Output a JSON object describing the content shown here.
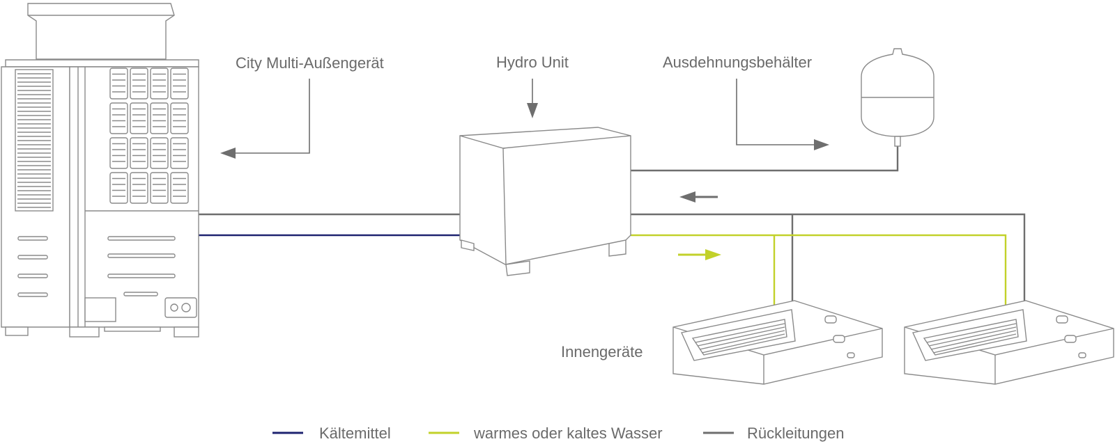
{
  "labels": {
    "outdoor_unit": "City Multi-Außengerät",
    "hydro_unit": "Hydro Unit",
    "expansion_tank": "Ausdehnungsbehälter",
    "indoor_units": "Innengeräte"
  },
  "legend": [
    {
      "label": "Kältemittel",
      "color": "#1e2370"
    },
    {
      "label": "warmes oder kaltes Wasser",
      "color": "#c2d12a"
    },
    {
      "label": "Rückleitungen",
      "color": "#6e6e6e"
    }
  ],
  "colors": {
    "refrigerant": "#1e2370",
    "water": "#c2d12a",
    "return": "#6e6e6e",
    "outline": "#8a8a8a",
    "text": "#6a6a6a"
  }
}
